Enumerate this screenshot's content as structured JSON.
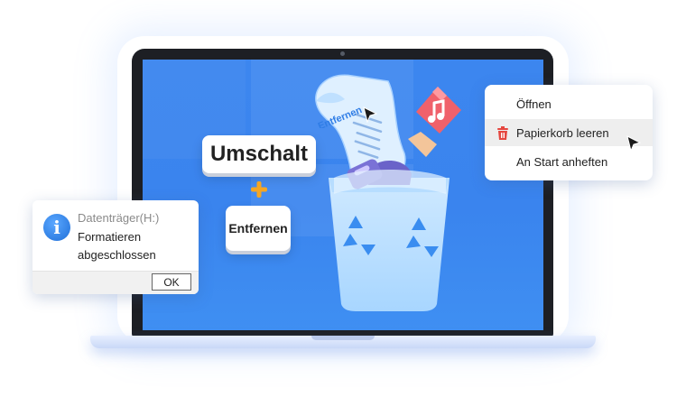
{
  "keys": {
    "shift_label": "Umschalt",
    "delete_label": "Entfernen",
    "combine_symbol": "+"
  },
  "illustration": {
    "paper_label": "Entfernen",
    "trash_bin": "recycle-bin-icon",
    "music_file": "music-note-icon"
  },
  "context_menu": {
    "items": [
      {
        "label": "Öffnen",
        "icon": ""
      },
      {
        "label": "Papierkorb leeren",
        "icon": "trash-icon",
        "highlighted": true
      },
      {
        "label": "An Start anheften",
        "icon": ""
      }
    ]
  },
  "dialog": {
    "title": "Datenträger(H:)",
    "message_line1": "Formatieren",
    "message_line2": "abgeschlossen",
    "ok_label": "OK",
    "icon": "info-icon"
  },
  "colors": {
    "screen_blue": "#3a84ee",
    "accent_blue": "#2f7de6",
    "plus_orange": "#f5a623",
    "trash_red": "#e5463f"
  }
}
